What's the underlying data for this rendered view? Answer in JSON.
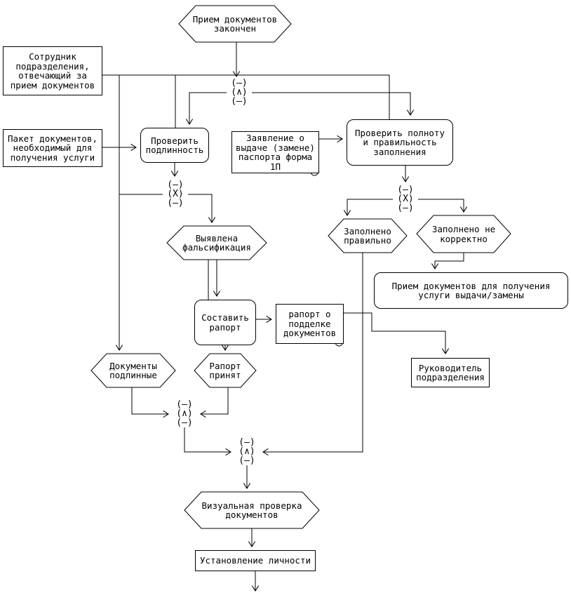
{
  "colors": {
    "line": "#000000",
    "background": "#ffffff",
    "text": "#000000"
  },
  "diagram": {
    "nodes": {
      "reception_finished": {
        "shape": "event-hexagon",
        "label": "Прием документов\nзакончен"
      },
      "employee": {
        "shape": "rectangle",
        "label": "Сотрудник\nподразделения,\nотвечающий за\nприем документов"
      },
      "package": {
        "shape": "rectangle-document",
        "label": "Пакет документов,\nнеобходимый для\nполучения услуги"
      },
      "check_authenticity": {
        "shape": "function-rounded",
        "label": "Проверить\nподлинность"
      },
      "application_form": {
        "shape": "rectangle-document",
        "label": "Заявление о\nвыдаче (замене)\nпаспорта форма\n1П"
      },
      "check_completeness": {
        "shape": "function-rounded",
        "label": "Проверить полноту\nи правильность\nзаполнения"
      },
      "falsification_detected": {
        "shape": "event-hexagon",
        "label": "Выявлена\nфальсификация"
      },
      "filled_correctly": {
        "shape": "event-hexagon",
        "label": "Заполнено\nправильно"
      },
      "filled_incorrectly": {
        "shape": "event-hexagon",
        "label": "Заполнено не\nкорректно"
      },
      "reception_for_service": {
        "shape": "function-rounded",
        "label": "Прием документов для получения\nуслуги выдачи/замены"
      },
      "compose_report": {
        "shape": "function-rounded",
        "label": "Составить\nрапорт"
      },
      "forgery_report": {
        "shape": "rectangle-document",
        "label": "рапорт о\nподделке\nдокументов"
      },
      "documents_authentic": {
        "shape": "event-hexagon",
        "label": "Документы\nподлинные"
      },
      "report_accepted": {
        "shape": "event-hexagon",
        "label": "Рапорт\nпринят"
      },
      "department_head": {
        "shape": "rectangle",
        "label": "Руководитель\nподразделения"
      },
      "visual_check": {
        "shape": "event-hexagon",
        "label": "Визуальная проверка\nдокументов"
      },
      "identity_establishment": {
        "shape": "rectangle",
        "label": "Установление личности"
      }
    },
    "connectors": {
      "and_split": {
        "type": "AND",
        "r1": "(—)",
        "r2": "(∧)",
        "r3": "(—)"
      },
      "xor_authenticity": {
        "type": "XOR",
        "r1": "(—)",
        "r2": "(X)",
        "r3": "(—)"
      },
      "xor_filling": {
        "type": "XOR",
        "r1": "(—)",
        "r2": "(X)",
        "r3": "(—)"
      },
      "and_join_1": {
        "type": "AND",
        "r1": "(—)",
        "r2": "(∧)",
        "r3": "(—)"
      },
      "and_join_2": {
        "type": "AND",
        "r1": "(—)",
        "r2": "(∧)",
        "r3": "(—)"
      }
    }
  }
}
